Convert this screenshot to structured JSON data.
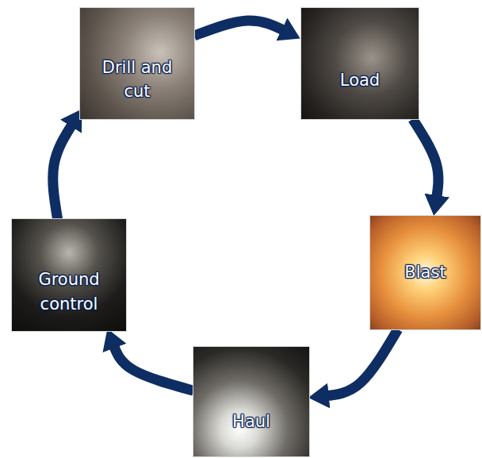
{
  "diagram": {
    "nodes": [
      {
        "text": [
          "Drill and cut"
        ]
      },
      {
        "text": [
          "Load"
        ]
      },
      {
        "text": [
          "Blast"
        ]
      },
      {
        "text": [
          "Haul"
        ]
      },
      {
        "text": [
          "Ground control"
        ]
      }
    ],
    "edges": [
      {
        "from": 0,
        "to": 1,
        "arrow": "to"
      },
      {
        "from": 1,
        "to": 2,
        "arrow": "to"
      },
      {
        "from": 2,
        "to": 3,
        "arrow": "to"
      },
      {
        "from": 3,
        "to": 4,
        "arrow": "to"
      },
      {
        "from": 4,
        "to": 0,
        "arrow": "to"
      }
    ]
  }
}
